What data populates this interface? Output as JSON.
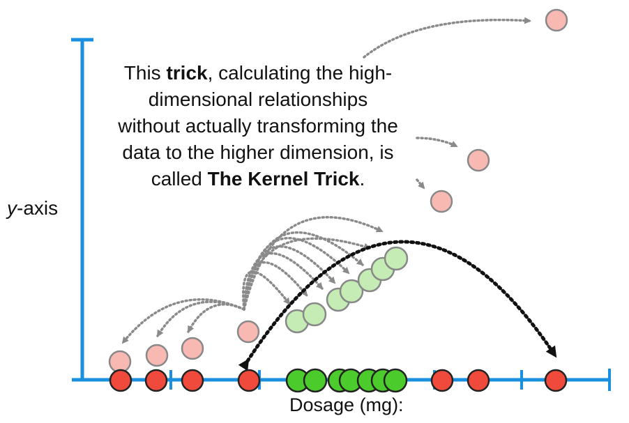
{
  "caption": {
    "line1_pre": "This ",
    "line1_bold": "trick",
    "line1_post": ", calculating the high-",
    "line2": "dimensional relationships",
    "line3": "without actually transforming the",
    "line4": "data to the higher dimension, is",
    "line5_pre": "called ",
    "line5_bold": "The Kernel Trick",
    "line5_post": "."
  },
  "axes": {
    "y_label_italic": "y",
    "y_label_rest": "-axis",
    "x_label": "Dosage (mg):"
  },
  "colors": {
    "axis": "#1a8fe0",
    "red_point": "#ef4a3c",
    "green_point": "#4ccc2c",
    "faded_red": "#f9b9b3",
    "faded_green": "#c4ecb4",
    "arrow_gray": "#8a8a8a",
    "arrow_black": "#111111"
  }
}
